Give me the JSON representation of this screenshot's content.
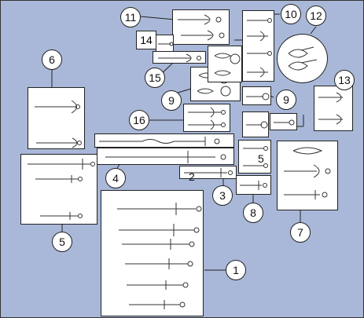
{
  "diagram": {
    "background_color": "#a9b8d8",
    "labels": {
      "n1": "1",
      "n2": "2",
      "n3": "3",
      "n4": "4",
      "n5a": "5",
      "n5b": "5",
      "n6": "6",
      "n7": "7",
      "n8": "8",
      "n9a": "9",
      "n9b": "9",
      "n10": "10",
      "n11": "11",
      "n12": "12",
      "n13": "13",
      "n14": "14",
      "n15": "15",
      "n16": "16"
    }
  }
}
